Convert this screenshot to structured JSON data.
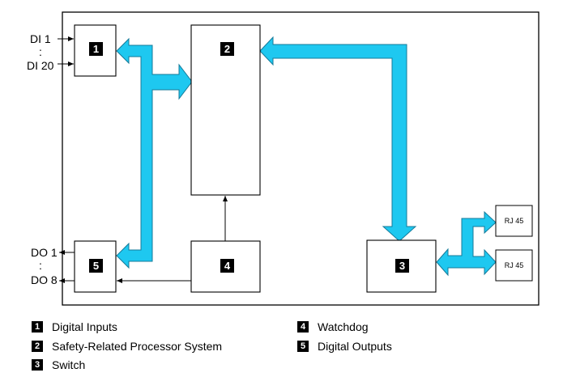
{
  "signals": {
    "di_first": "DI 1",
    "di_sep": ":",
    "di_last": "DI 20",
    "do_first": "DO 1",
    "do_sep": ":",
    "do_last": "DO 8"
  },
  "blocks": [
    {
      "id": "1",
      "badge": "1"
    },
    {
      "id": "2",
      "badge": "2"
    },
    {
      "id": "3",
      "badge": "3"
    },
    {
      "id": "4",
      "badge": "4"
    },
    {
      "id": "5",
      "badge": "5"
    }
  ],
  "ports": {
    "rj45_top": "RJ 45",
    "rj45_bottom": "RJ 45"
  },
  "legend": [
    {
      "badge": "1",
      "text": "Digital Inputs"
    },
    {
      "badge": "2",
      "text": "Safety-Related Processor System"
    },
    {
      "badge": "3",
      "text": "Switch"
    },
    {
      "badge": "4",
      "text": "Watchdog"
    },
    {
      "badge": "5",
      "text": "Digital Outputs"
    }
  ],
  "colors": {
    "bus_fill": "#1ec8f0",
    "bus_stroke": "#157a99",
    "line": "#000000",
    "badge": "#000000"
  }
}
